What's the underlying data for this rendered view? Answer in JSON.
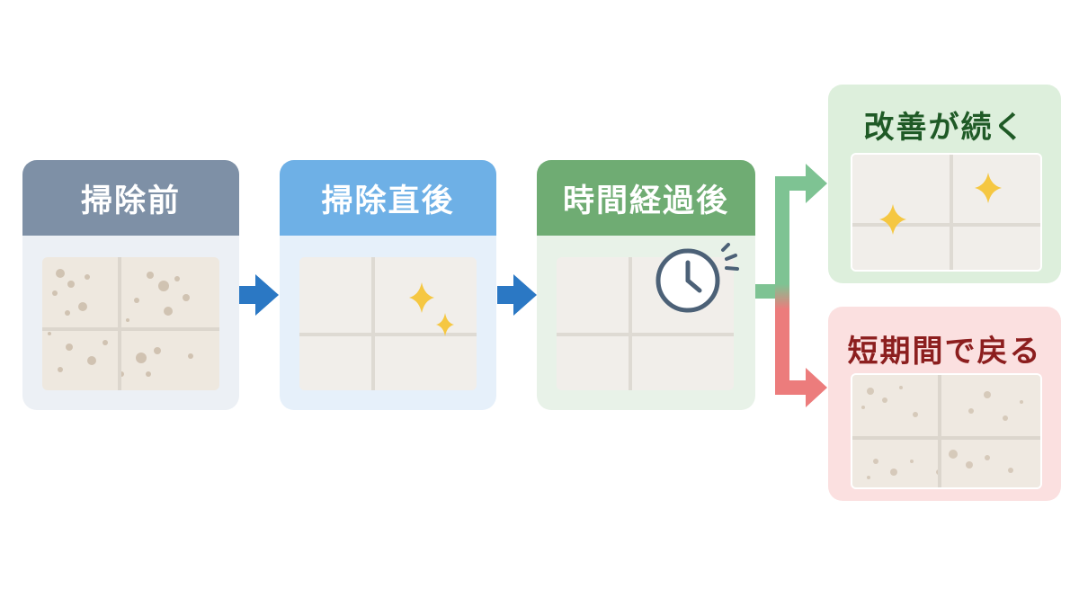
{
  "stages": [
    {
      "id": "before",
      "title": "掃除前"
    },
    {
      "id": "after",
      "title": "掃除直後"
    },
    {
      "id": "time",
      "title": "時間経過後"
    }
  ],
  "outcomes": [
    {
      "id": "improve",
      "title": "改善が続く"
    },
    {
      "id": "revert",
      "title": "短期間で戻る"
    }
  ],
  "colors": {
    "stage1_header": "#7e90a6",
    "stage1_body": "#ecf0f5",
    "stage2_header": "#6eb0e6",
    "stage2_body": "#e6f0fa",
    "stage3_header": "#6fac73",
    "stage3_body": "#e8f2e8",
    "arrow_blue": "#2b78c4",
    "improve_bg": "#ddefdc",
    "improve_text": "#1f5a26",
    "improve_arrow": "#7ec393",
    "revert_bg": "#fbe0e0",
    "revert_text": "#8c1e1e",
    "revert_arrow": "#ec7c7c",
    "tile": "#f1eeea",
    "stain": "#b9a48d",
    "sparkle": "#f5c742",
    "clock": "#4c6177"
  },
  "icons": [
    "sparkle-icon",
    "clock-icon",
    "arrow-right-icon"
  ]
}
